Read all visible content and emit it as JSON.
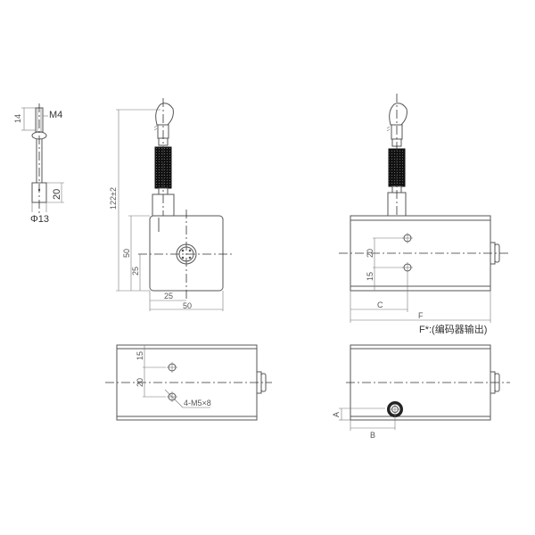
{
  "drawing": {
    "cable_end_view": {
      "thread_label": "M4",
      "thread_length": "14",
      "clip_height": "20",
      "diameter_label": "Φ13"
    },
    "front_view": {
      "total_height": "122±2",
      "body_height": "50",
      "connector_height": "25",
      "connector_offset": "25",
      "body_width": "50"
    },
    "side_view": {
      "hole_spacing": "20",
      "hole_offset": "15",
      "dim_c": "C",
      "dim_f": "F",
      "note": "F*:(编码器输出)"
    },
    "bottom_view": {
      "hole_offset": "15",
      "hole_spacing": "20",
      "thread_callout": "4-M5×8"
    },
    "back_view": {
      "dim_a": "A",
      "dim_b": "B"
    }
  }
}
